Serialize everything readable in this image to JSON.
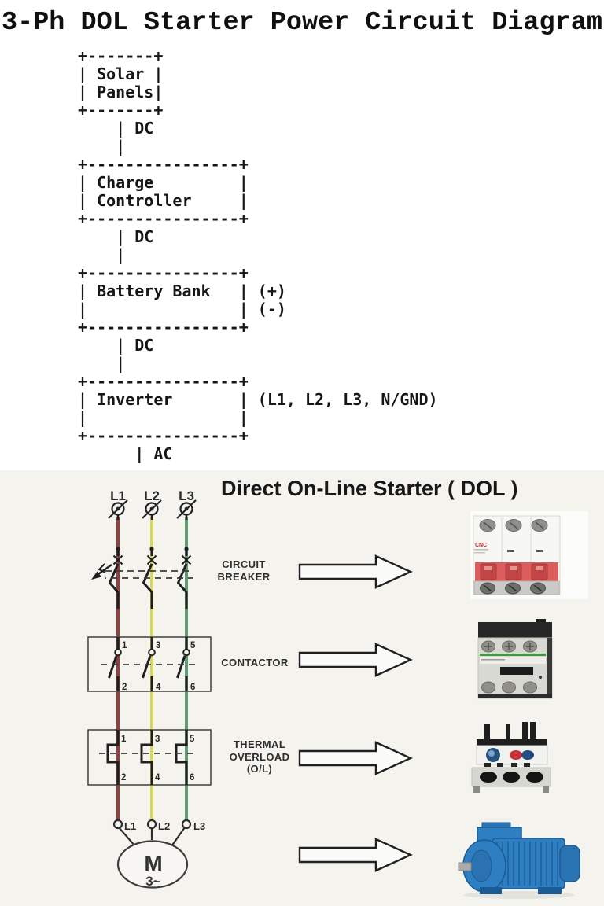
{
  "title": "3-Ph DOL Starter Power Circuit Diagram",
  "block_diagram": {
    "ascii": "+-------+\n| Solar |\n| Panels|\n+-------+\n    | DC\n    |\n+----------------+\n| Charge         |\n| Controller     |\n+----------------+\n    | DC\n    |\n+----------------+\n| Battery Bank   | (+)\n|                | (-)\n+----------------+\n    | DC\n    |\n+----------------+\n| Inverter       | (L1, L2, L3, N/GND)\n|                |\n+----------------+\n      | AC"
  },
  "dol": {
    "heading": "Direct On-Line Starter ( DOL )",
    "phases": [
      "L1",
      "L2",
      "L3"
    ],
    "labels": {
      "breaker": [
        "CIRCUIT",
        "BREAKER"
      ],
      "contactor": [
        "CONTACTOR"
      ],
      "overload": [
        "THERMAL",
        "OVERLOAD",
        "(O/L)"
      ]
    },
    "contactor_terminals": {
      "top": [
        "1",
        "3",
        "5"
      ],
      "bottom": [
        "2",
        "4",
        "6"
      ]
    },
    "overload_terminals": {
      "top": [
        "1",
        "3",
        "5"
      ],
      "bottom": [
        "2",
        "4",
        "6"
      ]
    },
    "motor": {
      "letter": "M",
      "phase_mark": "3~",
      "terminals": [
        "L1",
        "L2",
        "L3"
      ]
    },
    "photos": {
      "breaker_brand": "CNC"
    },
    "wire_colors": {
      "l1": "#8a4343",
      "l2": "#d6d75e",
      "l3": "#609b74"
    }
  }
}
